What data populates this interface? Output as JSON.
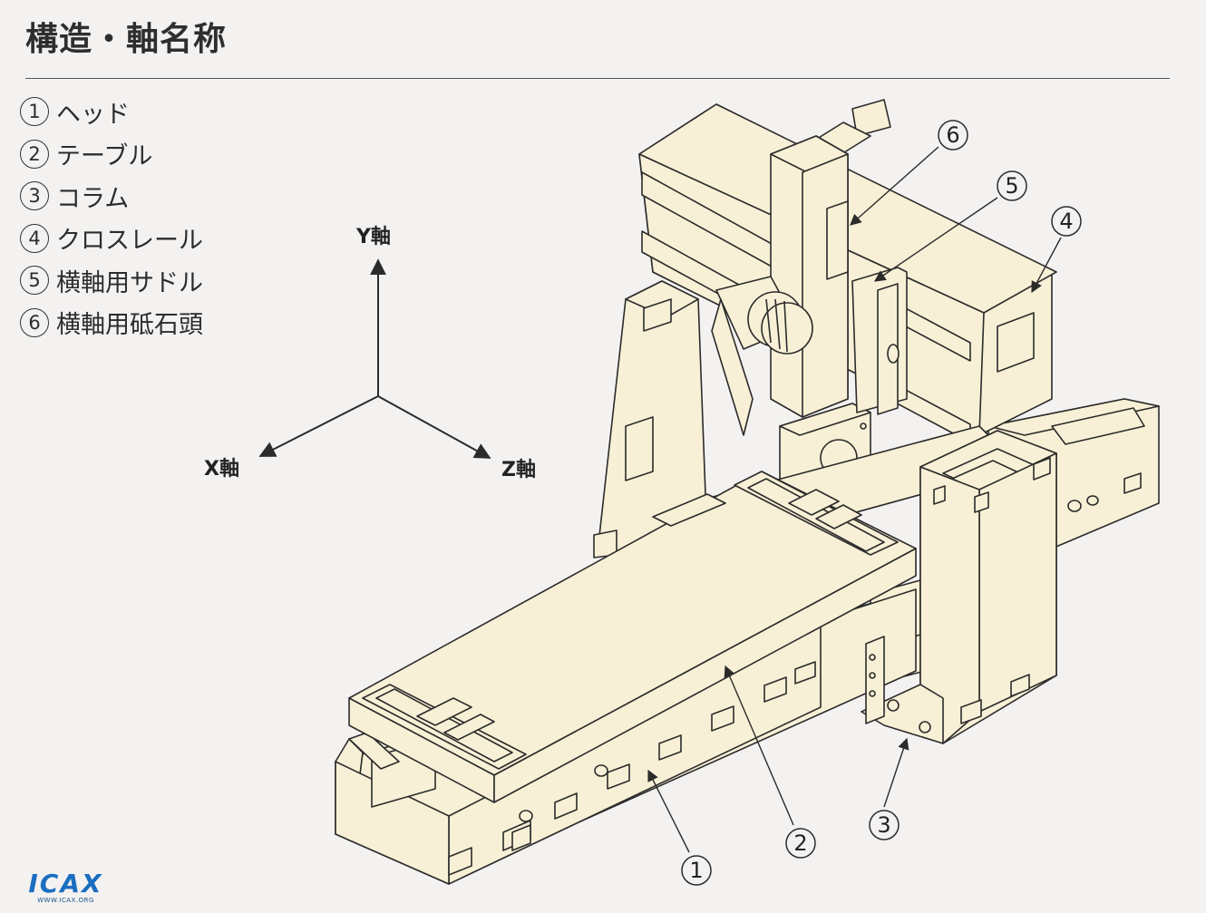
{
  "title": "構造・軸名称",
  "legend": [
    {
      "num": "1",
      "label": "ヘッド"
    },
    {
      "num": "2",
      "label": "テーブル"
    },
    {
      "num": "3",
      "label": "コラム"
    },
    {
      "num": "4",
      "label": "クロスレール"
    },
    {
      "num": "5",
      "label": "横軸用サドル"
    },
    {
      "num": "6",
      "label": "横軸用砥石頭"
    }
  ],
  "axes": {
    "y": "Y軸",
    "x": "X軸",
    "z": "Z軸"
  },
  "callouts": [
    "1",
    "2",
    "3",
    "4",
    "5",
    "6"
  ],
  "logo": {
    "text": "ICAX",
    "sub": "WWW.ICAX.ORG"
  },
  "colors": {
    "machine_fill": "#f8f0d6",
    "line": "#2b2b2b",
    "background": "#f4f2f1",
    "logo_blue": "#1b6fc0"
  }
}
